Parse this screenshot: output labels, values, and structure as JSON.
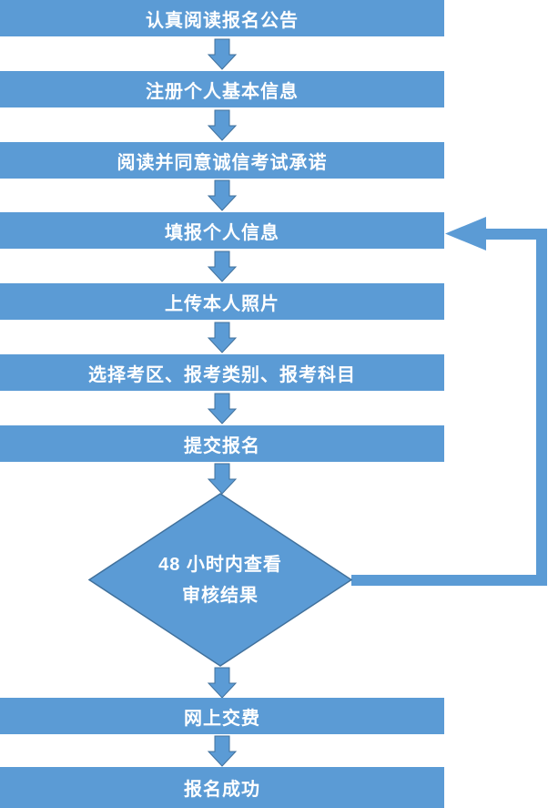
{
  "colors": {
    "background": "#FFFFFF",
    "shape_fill": "#5B9BD5",
    "shape_border": "#41719C",
    "text_color": "#FFFFFF"
  },
  "flow": {
    "boxes": [
      {
        "label": "认真阅读报名公告"
      },
      {
        "label": "注册个人基本信息"
      },
      {
        "label": "阅读并同意诚信考试承诺"
      },
      {
        "label": "填报个人信息"
      },
      {
        "label": "上传本人照片"
      },
      {
        "label": "选择考区、报考类别、报考科目"
      },
      {
        "label": "提交报名"
      },
      {
        "label": "网上交费"
      },
      {
        "label": "报名成功"
      }
    ],
    "decision": {
      "line1": "48 小时内查看",
      "line2": "审核结果"
    }
  }
}
